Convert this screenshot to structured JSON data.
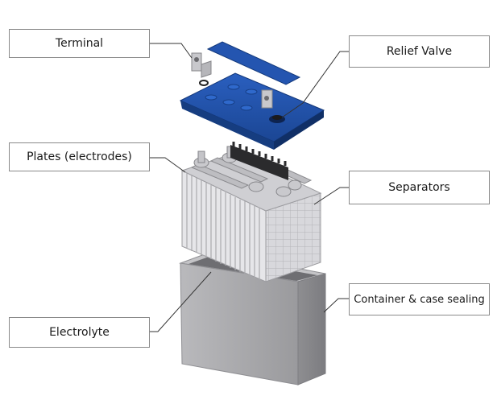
{
  "diagram": {
    "labels": {
      "terminal": "Terminal",
      "relief_valve": "Relief Valve",
      "plates": "Plates (electrodes)",
      "separators": "Separators",
      "container": "Container & case sealing",
      "electrolyte": "Electrolyte"
    },
    "colors": {
      "lid_blue": "#1e4fa3",
      "lid_dark": "#163d80",
      "case_grey": "#a8a8ab",
      "plate_light": "#e4e4e6",
      "leader_line": "#333333",
      "box_border": "#8a8a8a"
    }
  }
}
